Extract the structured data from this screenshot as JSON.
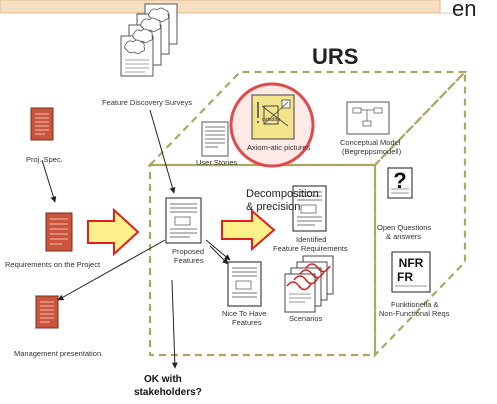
{
  "diagram": {
    "urs_title": "URS",
    "corner_text": "en",
    "decomposition_label": "Decomposition",
    "precision_label": "& precision",
    "ok_line1": "OK with",
    "ok_line2": "stakeholders?",
    "axiom_icon_text": "dafadba",
    "nfr_icon_line1": "NFR",
    "nfr_icon_line2": "FR"
  },
  "nodes": {
    "feature_discovery": "Feature Discovery Surveys",
    "proj_spec": "Proj. Spec.",
    "requirements_project": "Requirements on the Project",
    "management_presentation": "Management presentation.",
    "user_stories": "User Stories",
    "axiomatic_pictures": "Axiom-atic pictures",
    "conceptual_model_line1": "Conceptual Model",
    "conceptual_model_line2": "(Begreppsmodell)",
    "proposed_line1": "Proposed",
    "proposed_line2": "Features",
    "identified_line1": "Identified",
    "identified_line2": "Feature Requirements",
    "open_questions_line1": "Open Questions",
    "open_questions_line2": "& answers",
    "nice_line1": "Nice To Have",
    "nice_line2": "Features",
    "scenarios": "Scenarios",
    "functional_line1": "Funktionella &",
    "functional_line2": "Non-Functional Reqs"
  },
  "colors": {
    "dashed_box": "#a9a964",
    "top_bar": "#f6dfc0",
    "arrow_fill": "#fcf08a",
    "arrow_stroke": "#e02020",
    "doc_red": "#c8553c",
    "axiom_circle": "#e04a4a",
    "axiom_fill": "#f2e48a"
  }
}
